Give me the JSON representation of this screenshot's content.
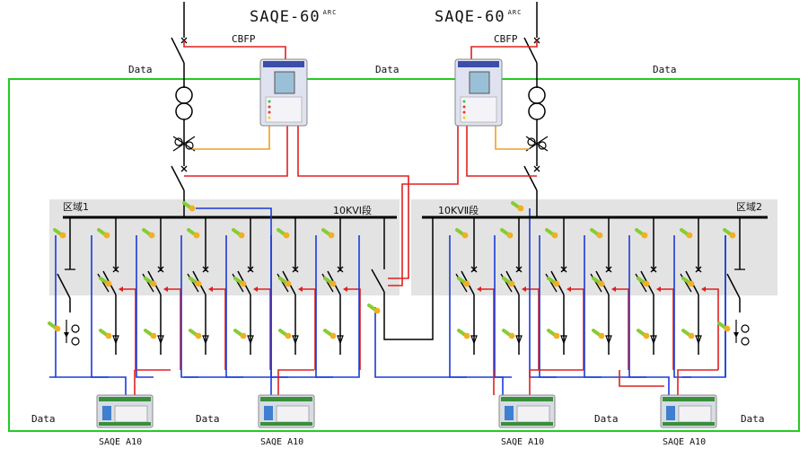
{
  "relays": [
    {
      "name": "SAQE-60",
      "sup": "ARC",
      "cbfp": "CBFP"
    },
    {
      "name": "SAQE-60",
      "sup": "ARC",
      "cbfp": "CBFP"
    }
  ],
  "data_label": "Data",
  "sections": {
    "bus1": "10KVⅠ段",
    "bus2": "10KVⅡ段",
    "zone1": "区域1",
    "zone2": "区域2"
  },
  "modules": [
    "SAQE A10",
    "SAQE A10",
    "SAQE A10",
    "SAQE A10"
  ],
  "colors": {
    "data_link": "#22cc22",
    "trip": "#e02020",
    "sensor": "#1a3ad8",
    "ct": "#f0a020",
    "zone_bg": "#e3e3e3",
    "sensor_tip": "#88cc33",
    "sensor_node": "#f0b020"
  }
}
